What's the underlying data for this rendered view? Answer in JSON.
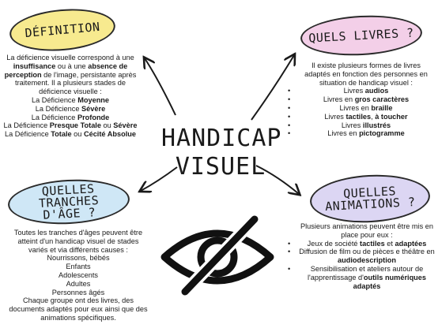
{
  "center": {
    "line1": "HANDICAP",
    "line2": "VISUEL"
  },
  "definition": {
    "title": "DÉFINITION",
    "intro_parts": [
      "La déficience visuelle correspond à une ",
      "insuffisance",
      " ou à une ",
      "absence de perception",
      " de l'image, persistante après traitement. Il a plusieurs stades de déficience visuelle :"
    ],
    "items": [
      {
        "pre": "La Déficience ",
        "bold": "Moyenne",
        "post": ""
      },
      {
        "pre": "La Déficience ",
        "bold": "Sévère",
        "post": ""
      },
      {
        "pre": "La Déficience ",
        "bold": "Profonde",
        "post": ""
      },
      {
        "pre": "La Déficience ",
        "bold": "Presque Totale",
        "post": " ou ",
        "bold2": "Sévère"
      },
      {
        "pre": "La Déficience ",
        "bold": "Totale",
        "post": " ou ",
        "bold2": "Cécité Absolue"
      }
    ]
  },
  "livres": {
    "title": "QUELS LIVRES ?",
    "intro": "Il existe plusieurs formes de livres adaptés en fonction des personnes en situation de handicap visuel :",
    "items": [
      {
        "pre": "Livres ",
        "bold": "audios",
        "post": ""
      },
      {
        "pre": "Livres en ",
        "bold": "gros caractères",
        "post": ""
      },
      {
        "pre": "Livres en ",
        "bold": "braille",
        "post": ""
      },
      {
        "pre": "Livres ",
        "bold": "tactiles",
        "post": ", ",
        "bold2": "à toucher"
      },
      {
        "pre": "Livres ",
        "bold": "illustrés",
        "post": ""
      },
      {
        "pre": "Livres en ",
        "bold": "pictogramme",
        "post": ""
      }
    ]
  },
  "ages": {
    "title_line1": "QUELLES TRANCHES",
    "title_line2": "D'ÂGE ?",
    "intro": "Toutes les tranches d'âges peuvent être atteint d'un handicap visuel de stades variés et via différents causes :",
    "items": [
      "Nourrissons, bébés",
      "Enfants",
      "Adolescents",
      "Adultes",
      "Personnes âgés"
    ],
    "outro": "Chaque groupe ont des livres, des documents adaptés pour eux ainsi que des animations spécifiques."
  },
  "animations": {
    "title_line1": "QUELLES",
    "title_line2": "ANIMATIONS ?",
    "intro": "Plusieurs animations peuvent être mis en place pour eux :",
    "items": [
      {
        "pre": "Jeux de société ",
        "bold": "tactiles",
        "post": " et ",
        "bold2": "adaptées"
      },
      {
        "pre": "Diffusion de film  ou de pièces e théâtre en ",
        "bold": "audiodescription",
        "post": ""
      },
      {
        "pre": "Sensibilisation et ateliers autour de l'apprentissage d'",
        "bold": "outils numériques adaptés",
        "post": ""
      }
    ]
  },
  "colors": {
    "definition": "#f7ea8f",
    "livres": "#f3cfe8",
    "ages": "#cfe7f6",
    "animations": "#dcd6f3"
  },
  "icons": {
    "center": "eye-slash-icon"
  }
}
